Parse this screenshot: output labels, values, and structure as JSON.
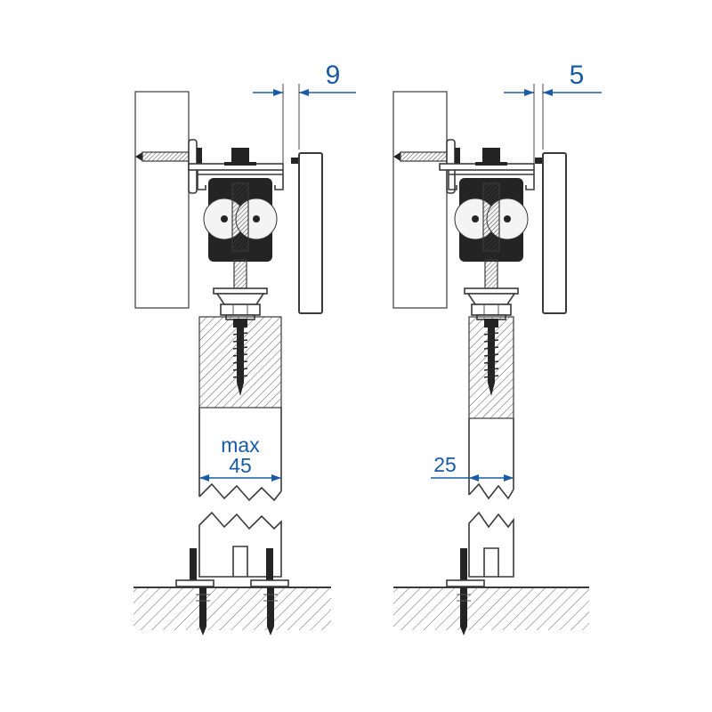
{
  "diagram": {
    "description": "Two cross-section views of a top-hung sliding door mounting system with floor guide",
    "views": [
      {
        "id": "left",
        "gap_label": "9",
        "door_label": [
          "max",
          "45"
        ]
      },
      {
        "id": "right",
        "gap_label": "5",
        "door_label": [
          "25"
        ]
      }
    ]
  },
  "colors": {
    "line": "#3a3a3a",
    "dark_fill": "#242424",
    "dimension": "#1a5ba6",
    "hatch": "#666666",
    "background": "#ffffff"
  }
}
